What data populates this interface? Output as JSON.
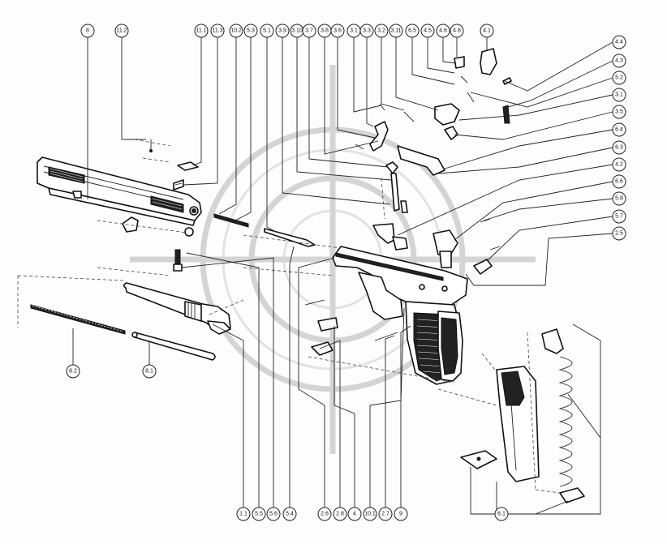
{
  "diagram": {
    "callouts_top": [
      {
        "id": "c-top-1",
        "text": "8"
      },
      {
        "id": "c-top-2",
        "text": "11.2"
      },
      {
        "id": "c-top-3",
        "text": "11.1"
      },
      {
        "id": "c-top-4",
        "text": "11.3"
      },
      {
        "id": "c-top-5",
        "text": "10.2"
      },
      {
        "id": "c-top-6",
        "text": "5.3"
      },
      {
        "id": "c-top-7",
        "text": "5.1"
      },
      {
        "id": "c-top-8",
        "text": "3.9"
      },
      {
        "id": "c-top-9",
        "text": "3.10"
      },
      {
        "id": "c-top-10",
        "text": "3.7"
      },
      {
        "id": "c-top-11",
        "text": "3.8"
      },
      {
        "id": "c-top-12",
        "text": "3.6"
      },
      {
        "id": "c-top-13",
        "text": "3.1"
      },
      {
        "id": "c-top-14",
        "text": "3.3"
      },
      {
        "id": "c-top-15",
        "text": "3.2"
      },
      {
        "id": "c-top-16",
        "text": "3.11"
      },
      {
        "id": "c-top-17",
        "text": "6.5"
      },
      {
        "id": "c-top-18",
        "text": "4.5"
      },
      {
        "id": "c-top-19",
        "text": "4.6"
      },
      {
        "id": "c-top-20",
        "text": "4.8"
      },
      {
        "id": "c-top-21",
        "text": "4.1"
      }
    ],
    "callouts_right": [
      {
        "id": "c-right-1",
        "text": "4.4"
      },
      {
        "id": "c-right-2",
        "text": "4.3"
      },
      {
        "id": "c-right-3",
        "text": "5.2"
      },
      {
        "id": "c-right-4",
        "text": "3.1"
      },
      {
        "id": "c-right-5",
        "text": "3.5"
      },
      {
        "id": "c-right-6",
        "text": "6.4"
      },
      {
        "id": "c-right-7",
        "text": "6.3"
      },
      {
        "id": "c-right-8",
        "text": "4.2"
      },
      {
        "id": "c-right-9",
        "text": "6.6"
      },
      {
        "id": "c-right-10",
        "text": "5.8"
      },
      {
        "id": "c-right-11",
        "text": "5.7"
      },
      {
        "id": "c-right-12",
        "text": "2.5"
      }
    ],
    "callouts_bottom": [
      {
        "id": "c-bottom-1",
        "text": "1.1"
      },
      {
        "id": "c-bottom-2",
        "text": "5.5"
      },
      {
        "id": "c-bottom-3",
        "text": "5.6"
      },
      {
        "id": "c-bottom-4",
        "text": "5.4"
      },
      {
        "id": "c-bottom-5",
        "text": "2.6"
      },
      {
        "id": "c-bottom-6",
        "text": "2.8"
      },
      {
        "id": "c-bottom-7",
        "text": "4"
      },
      {
        "id": "c-bottom-8",
        "text": "10.1"
      },
      {
        "id": "c-bottom-9",
        "text": "2.7"
      },
      {
        "id": "c-bottom-10",
        "text": "9"
      }
    ],
    "callouts_left": [
      {
        "id": "c-left-1",
        "text": "8.2"
      },
      {
        "id": "c-left-2",
        "text": "8.1"
      }
    ],
    "callouts_magazine": [
      {
        "id": "c-mag-1",
        "text": "6.1"
      }
    ]
  }
}
